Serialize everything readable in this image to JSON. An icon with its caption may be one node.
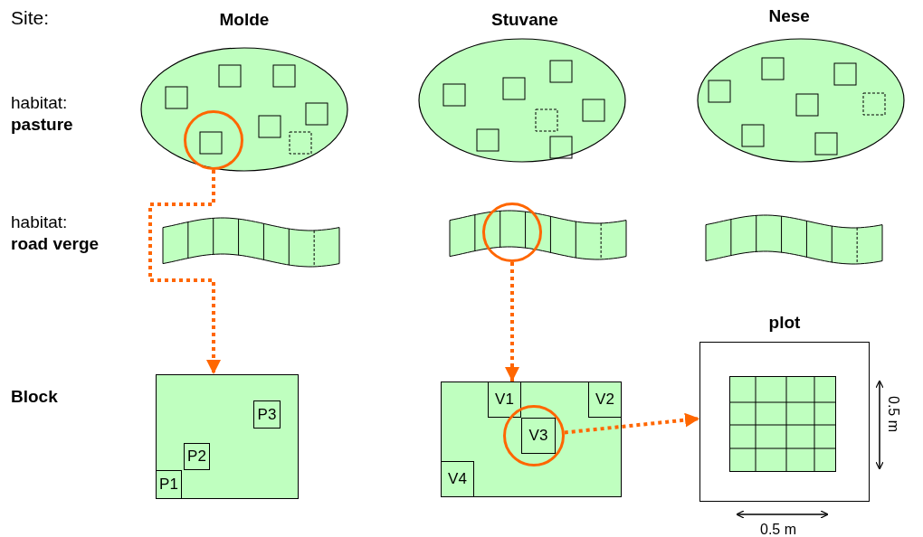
{
  "diagram": {
    "nodes": [
      {
        "text": [],
        "shape": "ellipse"
      },
      {
        "text": [],
        "shape": "circle",
        "in": 0
      },
      {
        "text": [],
        "shape": "ellipse"
      },
      {
        "text": [],
        "shape": "ellipse"
      },
      {
        "text": [],
        "shape": "band"
      },
      {
        "text": [],
        "shape": "band"
      },
      {
        "text": [],
        "shape": "circle"
      },
      {
        "text": [],
        "shape": "band"
      },
      {
        "text": [],
        "shape": "box"
      },
      {
        "text": [
          "P1"
        ],
        "in": 8
      },
      {
        "text": [
          "P2"
        ],
        "in": 8
      },
      {
        "text": [
          "P3"
        ],
        "in": 8
      },
      {
        "text": [],
        "shape": "box"
      },
      {
        "text": [
          "V1"
        ],
        "in": 12
      },
      {
        "text": [
          "V2"
        ],
        "in": 12
      },
      {
        "text": [],
        "shape": "circle",
        "in": 12
      },
      {
        "text": [
          "V3"
        ],
        "in": 15
      },
      {
        "text": [
          "V4"
        ],
        "in": 12
      },
      {
        "text": [
          "plot"
        ]
      }
    ],
    "edges": [
      {
        "from": 1,
        "to": 8,
        "arrow": "to",
        "style": "dashed"
      },
      {
        "from": 6,
        "to": 12,
        "arrow": "to",
        "style": "dashed"
      },
      {
        "from": 15,
        "to": 18,
        "arrow": "to",
        "style": "dashed"
      }
    ],
    "labels": [
      "Site:",
      "Molde",
      "Stuvane",
      "Nese",
      "habitat: **pasture**",
      "habitat: **road verge**",
      "Block",
      "0.5 m",
      "0.5 m"
    ]
  }
}
